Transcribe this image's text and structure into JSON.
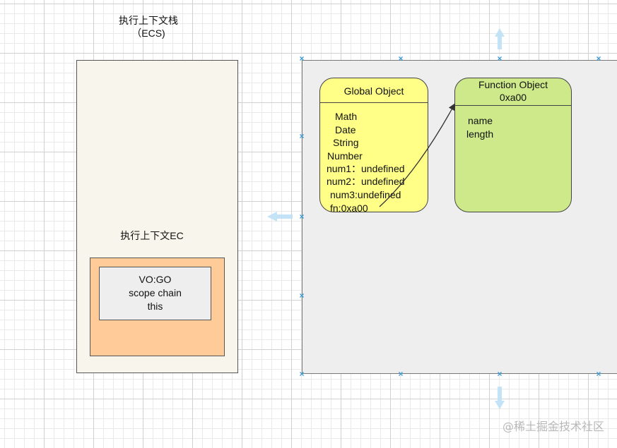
{
  "stack": {
    "title_line1": "执行上下文栈",
    "title_line2": "（ECS)",
    "ec_title": "执行上下文EC",
    "vo_lines": [
      "VO:GO",
      "scope chain",
      "this"
    ]
  },
  "global_object": {
    "title": "Global Object",
    "props": [
      "Math",
      "Date",
      "String",
      "Number",
      "num1：undefined",
      "num2：undefined",
      "num3:undefined",
      "fn:0xa00"
    ]
  },
  "function_object": {
    "title_line1": "Function Object",
    "title_line2": "0xa00",
    "props": [
      "name",
      "length"
    ]
  },
  "watermark": "@稀土掘金技术社区",
  "colors": {
    "stack_bg": "#f8f5ec",
    "ec_bg": "#ffcc99",
    "vo_bg": "#eeeeee",
    "heap_bg": "#eeeeee",
    "global_object_bg": "#ffff88",
    "function_object_bg": "#cde98a",
    "selection_handle": "#3c9ad6"
  }
}
